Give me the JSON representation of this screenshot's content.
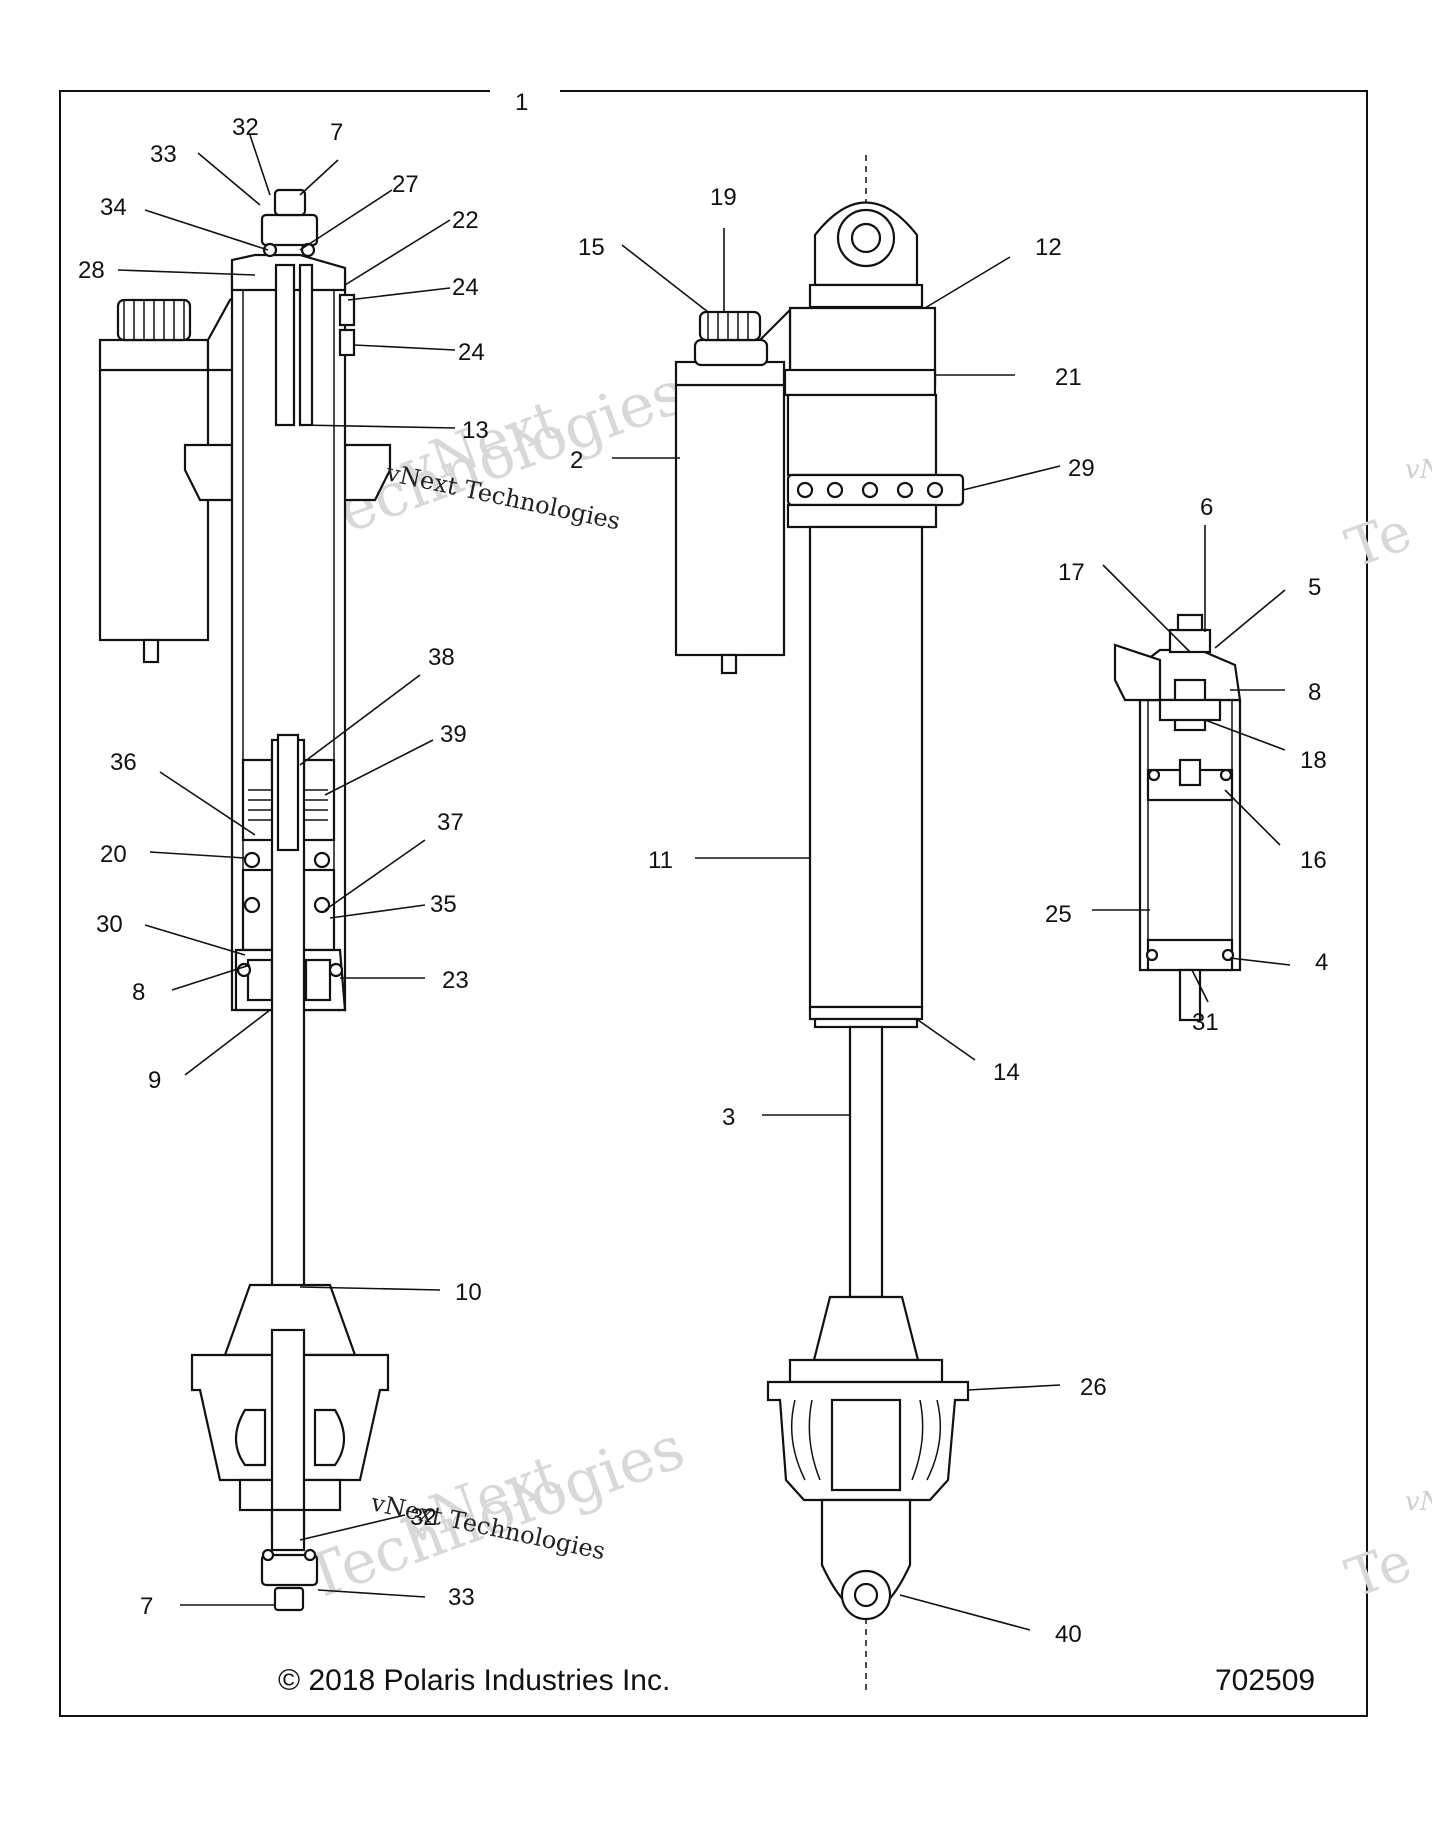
{
  "main_label": "1",
  "footer": {
    "copyright": "© 2018 Polaris Industries Inc.",
    "drawing_number": "702509"
  },
  "watermark": {
    "line1": "vNext",
    "line2": "Technologies",
    "inline": "vNext Technologies",
    "edge1": "vN",
    "edge2": "Te"
  },
  "callouts": [
    {
      "id": "c1",
      "text": "1"
    },
    {
      "id": "c2",
      "text": "2"
    },
    {
      "id": "c3",
      "text": "3"
    },
    {
      "id": "c4",
      "text": "4"
    },
    {
      "id": "c5",
      "text": "5"
    },
    {
      "id": "c6",
      "text": "6"
    },
    {
      "id": "c7a",
      "text": "7"
    },
    {
      "id": "c7b",
      "text": "7"
    },
    {
      "id": "c8a",
      "text": "8"
    },
    {
      "id": "c8b",
      "text": "8"
    },
    {
      "id": "c9",
      "text": "9"
    },
    {
      "id": "c10",
      "text": "10"
    },
    {
      "id": "c11",
      "text": "11"
    },
    {
      "id": "c12",
      "text": "12"
    },
    {
      "id": "c13",
      "text": "13"
    },
    {
      "id": "c14",
      "text": "14"
    },
    {
      "id": "c15",
      "text": "15"
    },
    {
      "id": "c16",
      "text": "16"
    },
    {
      "id": "c17",
      "text": "17"
    },
    {
      "id": "c18",
      "text": "18"
    },
    {
      "id": "c19",
      "text": "19"
    },
    {
      "id": "c20",
      "text": "20"
    },
    {
      "id": "c21",
      "text": "21"
    },
    {
      "id": "c22",
      "text": "22"
    },
    {
      "id": "c23",
      "text": "23"
    },
    {
      "id": "c24a",
      "text": "24"
    },
    {
      "id": "c24b",
      "text": "24"
    },
    {
      "id": "c25",
      "text": "25"
    },
    {
      "id": "c26",
      "text": "26"
    },
    {
      "id": "c27",
      "text": "27"
    },
    {
      "id": "c28",
      "text": "28"
    },
    {
      "id": "c29",
      "text": "29"
    },
    {
      "id": "c30",
      "text": "30"
    },
    {
      "id": "c31",
      "text": "31"
    },
    {
      "id": "c32a",
      "text": "32"
    },
    {
      "id": "c32b",
      "text": "32"
    },
    {
      "id": "c33a",
      "text": "33"
    },
    {
      "id": "c33b",
      "text": "33"
    },
    {
      "id": "c34",
      "text": "34"
    },
    {
      "id": "c35",
      "text": "35"
    },
    {
      "id": "c36",
      "text": "36"
    },
    {
      "id": "c37",
      "text": "37"
    },
    {
      "id": "c38",
      "text": "38"
    },
    {
      "id": "c39",
      "text": "39"
    },
    {
      "id": "c40",
      "text": "40"
    }
  ]
}
